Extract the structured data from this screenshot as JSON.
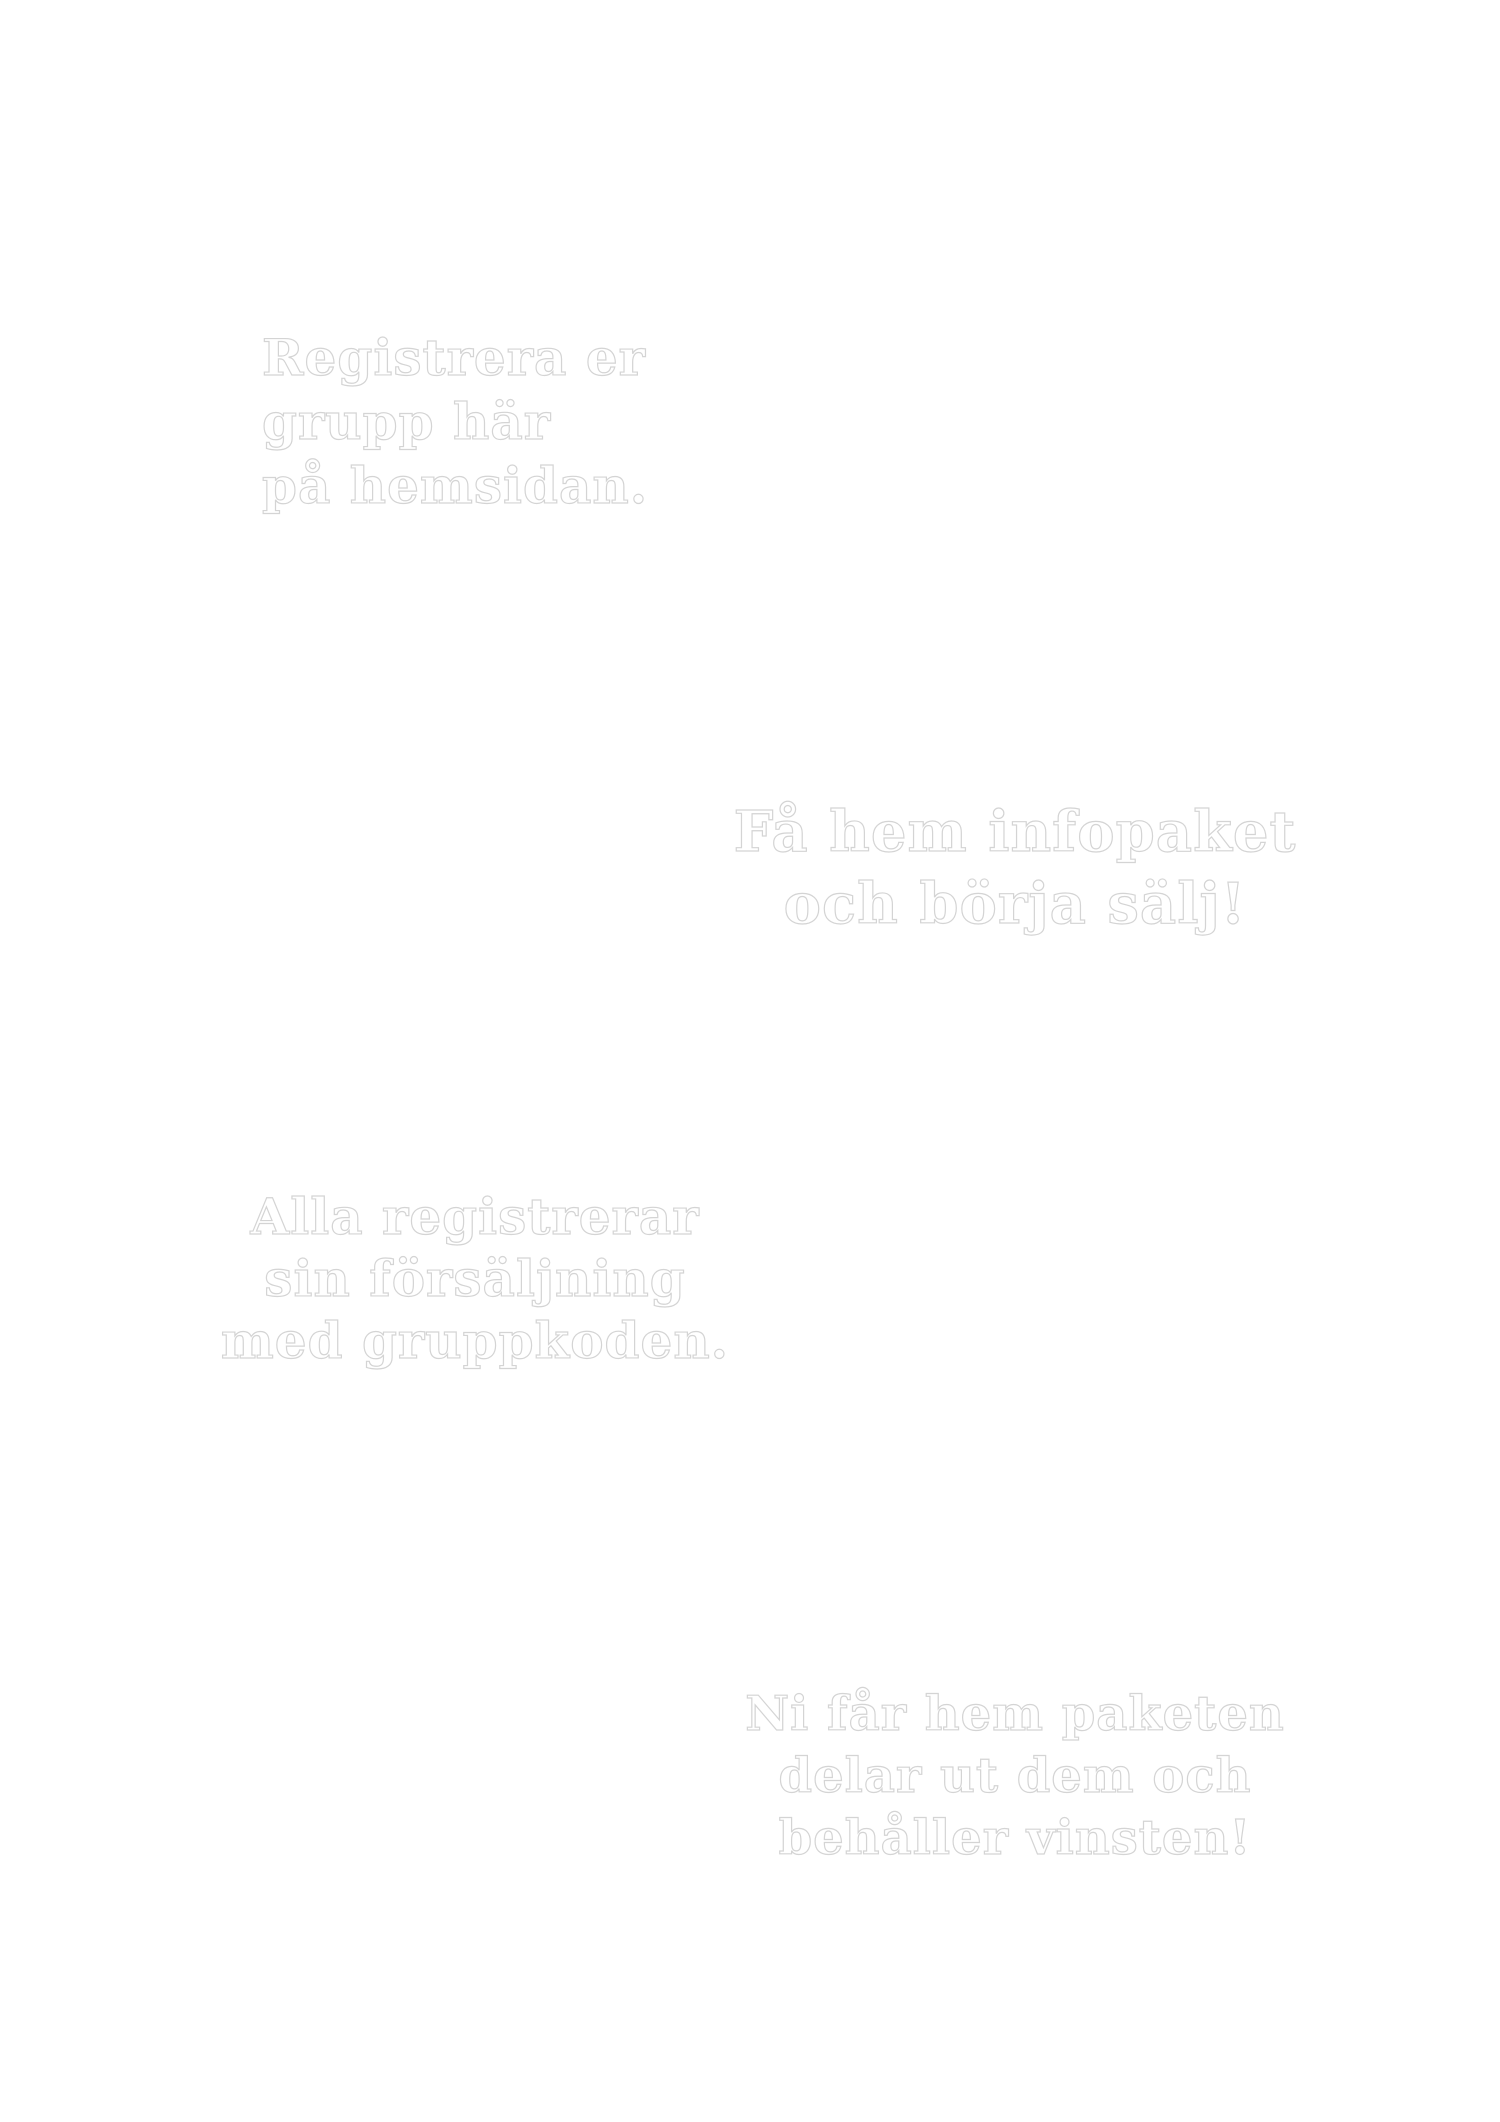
{
  "steps": [
    {
      "lines": [
        "Registrera er",
        "grupp här",
        "på hemsidan."
      ]
    },
    {
      "lines": [
        "Få hem infopaket",
        "och börja sälj!"
      ]
    },
    {
      "lines": [
        "Alla registrerar",
        "sin försäljning",
        "med gruppkoden."
      ]
    },
    {
      "lines": [
        "Ni får hem paketen",
        "delar ut dem och",
        "behåller vinsten!"
      ]
    }
  ],
  "colors": {
    "background": "#ffffff",
    "text_fill": "#ffffff",
    "text_outline": "#d4d4d4"
  }
}
